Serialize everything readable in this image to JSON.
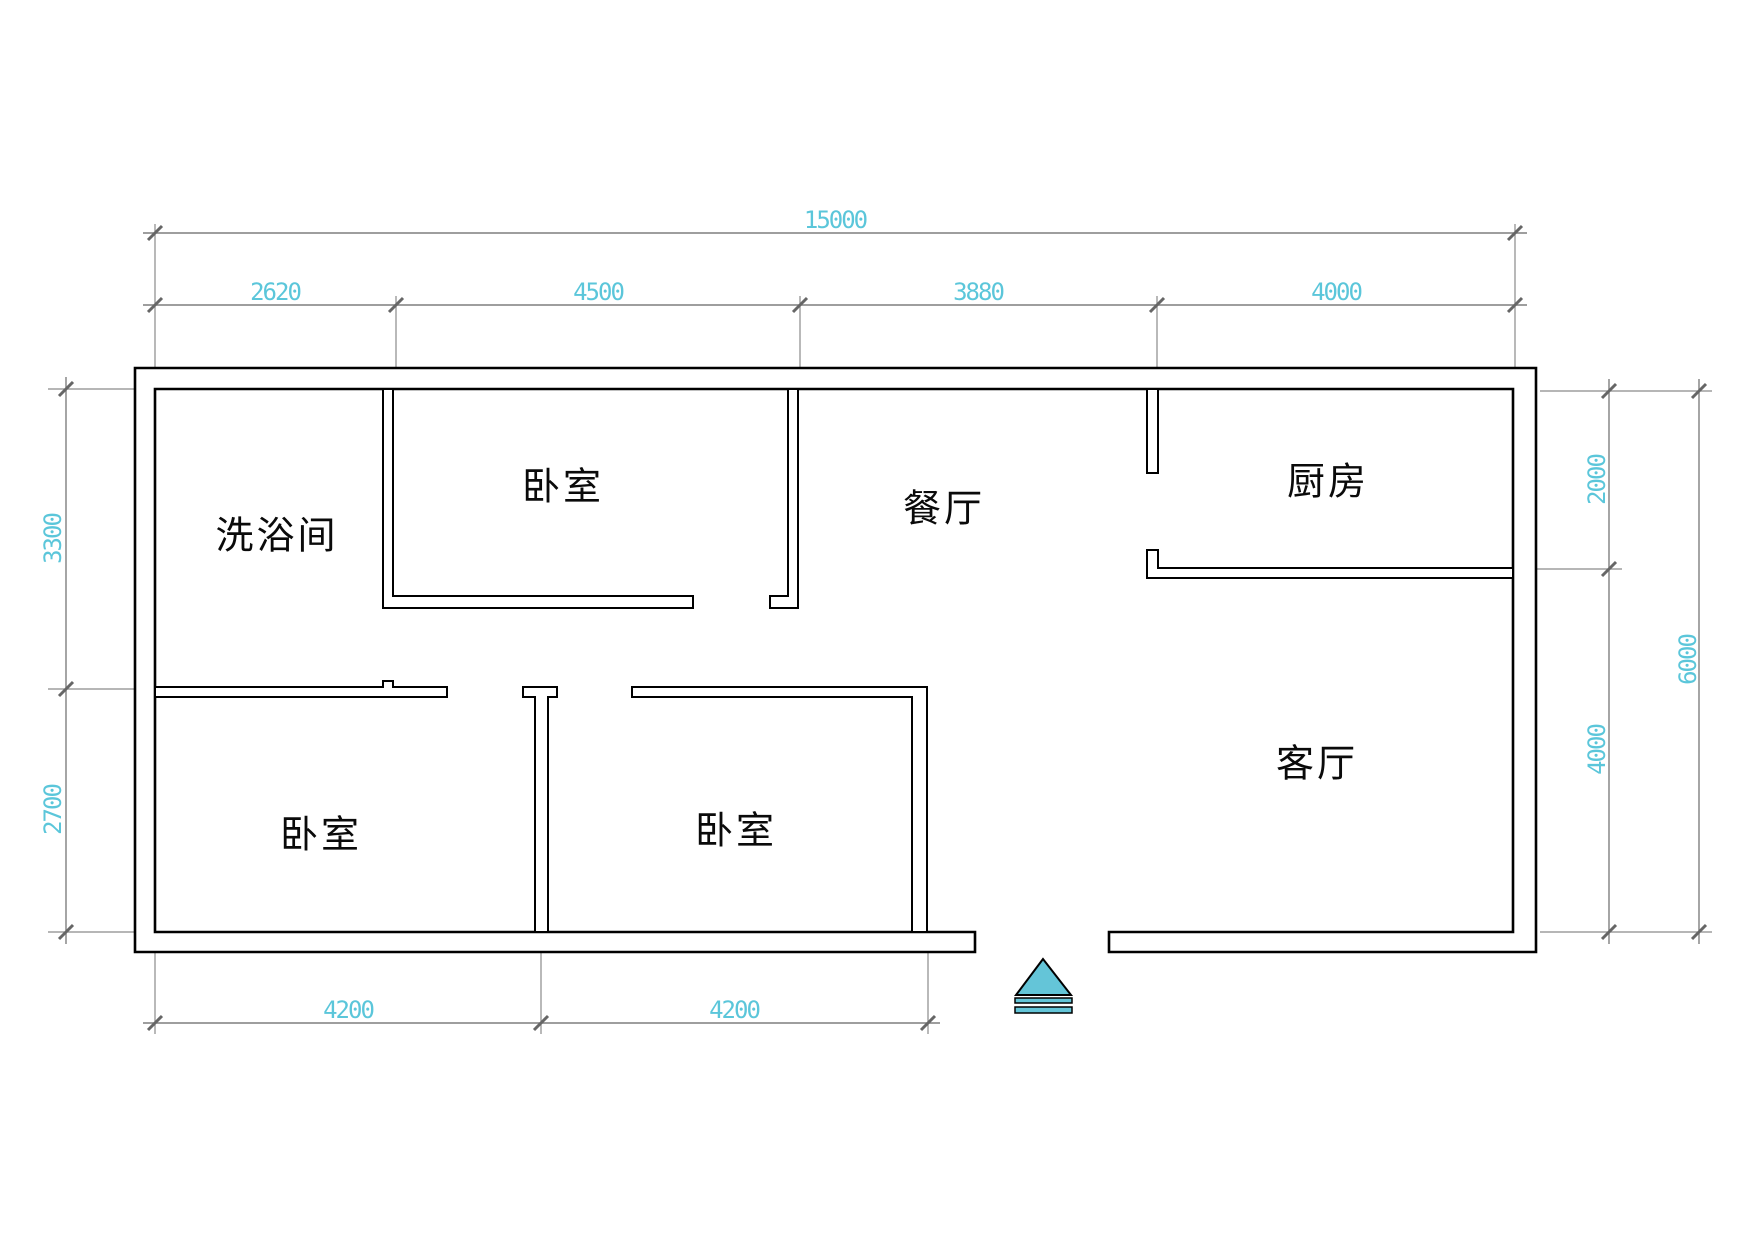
{
  "drawing": {
    "title": "apartment-floor-plan",
    "rooms": {
      "bathroom": "洗浴间",
      "bedroom_top": "卧室",
      "dining": "餐厅",
      "kitchen": "厨房",
      "bedroom_left": "卧室",
      "bedroom_middle": "卧室",
      "living": "客厅"
    },
    "dims": {
      "total_width": "15000",
      "seg_1": "2620",
      "seg_2": "4500",
      "seg_3": "3880",
      "seg_4": "4000",
      "left_top": "3300",
      "left_bottom": "2700",
      "right_top": "2000",
      "right_bottom": "4000",
      "right_total": "6000",
      "bottom_1": "4200",
      "bottom_2": "4200"
    },
    "colors": {
      "wall_stroke": "#000000",
      "dim_text": "#5bc6da",
      "dim_line": "#7f7f7f",
      "tick": "#666666",
      "marker_fill": "#64c5d8"
    },
    "marker": "entrance-triangle"
  }
}
